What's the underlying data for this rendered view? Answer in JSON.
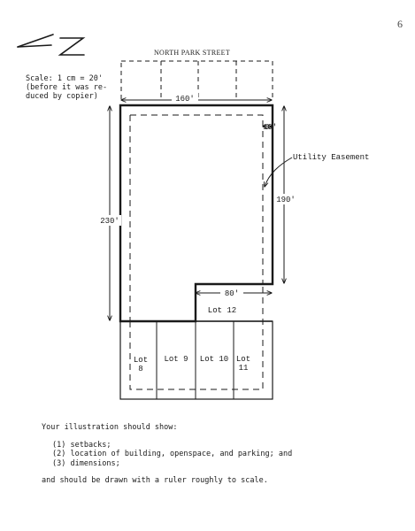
{
  "page_number": "6",
  "street_name": "NORTH PARK STREET",
  "scale_note": "Scale: 1 cm = 20'\n(before it was re-\nduced by copier)",
  "dimensions": {
    "width_top": "160'",
    "height_left": "230'",
    "height_right": "190'",
    "easement_width": "10'",
    "notch_width": "80'"
  },
  "utility_label": "Utility Easement",
  "lots": {
    "lot12": "Lot 12",
    "lot8_line1": "Lot",
    "lot8_line2": "8",
    "lot9": "Lot 9",
    "lot10": "Lot 10",
    "lot11_line1": "Lot",
    "lot11_line2": "11"
  },
  "instructions": {
    "intro": "Your illustration should show:",
    "items": [
      "(1) setbacks;",
      "(2) location of building, openspace, and parking; and",
      "(3) dimensions;"
    ],
    "closing": "and should be drawn with a ruler roughly to scale."
  }
}
